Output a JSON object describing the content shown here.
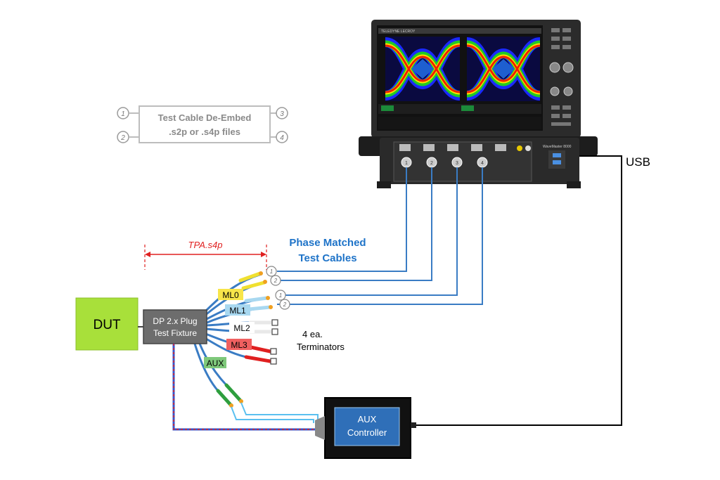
{
  "deembed_box": {
    "line1": "Test Cable De-Embed",
    "line2": ".s2p or .s4p files",
    "ports": [
      "1",
      "2",
      "3",
      "4"
    ]
  },
  "tpa_label": "TPA.s4p",
  "phase_label": {
    "line1": "Phase Matched",
    "line2": "Test Cables"
  },
  "usb_label": "USB",
  "dut_label": "DUT",
  "fixture": {
    "line1": "DP 2.x Plug",
    "line2": "Test Fixture"
  },
  "lanes": {
    "ml0": "ML0",
    "ml1": "ML1",
    "ml2": "ML2",
    "ml3": "ML3",
    "aux": "AUX"
  },
  "terminators": {
    "line1": "4 ea.",
    "line2": "Terminators"
  },
  "aux_controller": {
    "line1": "AUX",
    "line2": "Controller"
  },
  "cable_ports": {
    "ml0_p": "1",
    "ml0_n": "2",
    "ml1_p": "1",
    "ml1_n": "2"
  },
  "scope": {
    "brand": "TELEDYNE LECROY",
    "model": "WaveMaster 8000",
    "channel_numbers": [
      "1",
      "2",
      "3",
      "4"
    ]
  },
  "colors": {
    "cable_blue": "#3a7cc4",
    "dut_green": "#a8e03a",
    "fixture_gray": "#6d6d6d",
    "aux_blue": "#2f6fb8",
    "phase_text": "#1e73c8",
    "tpa_red": "#e02020"
  }
}
